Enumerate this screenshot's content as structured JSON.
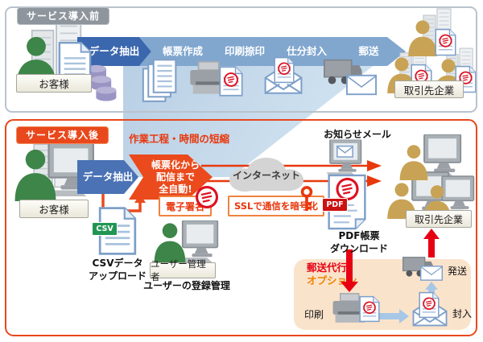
{
  "colors": {
    "section_before_border": "#b9c3cd",
    "section_after_border": "#e8481c",
    "tag_before_bg": "#8e959d",
    "accent_orange": "#ea4a1c",
    "accent_red": "#e60012",
    "red_text": "#e8380d",
    "chevron_blue": "#81a7cf",
    "chevron_blue_dark": "#3b67ae",
    "step_blue": "#4a72b5",
    "funnel_blue": "#c5d8ea",
    "light_blue_arrow": "#a7c7e7",
    "mail_option_bg": "#fae3cb",
    "csv_green": "#219653",
    "pdf_red": "#cc1111",
    "person_green": "#3d8548",
    "person_tan": "#c9a355",
    "db_purple": "#9a94c4"
  },
  "icons": {
    "person": "human-silhouette",
    "buildings": "office-buildings",
    "document": "paper-sheet",
    "stamp": "red-seal-circle",
    "database": "cylinder-stack",
    "printer": "printer",
    "truck": "delivery-truck",
    "envelope": "mail-envelope",
    "envelope_open": "open-envelope",
    "monitor": "desktop-computer",
    "cloud": "internet-cloud",
    "key": "encryption-key"
  },
  "before": {
    "tag": "サービス導入前",
    "customer_label": "お客様",
    "steps": [
      "データ抽出",
      "帳票作成",
      "印刷捺印",
      "仕分封入",
      "郵送"
    ],
    "partner_label": "取引先企業"
  },
  "after": {
    "tag": "サービス導入後",
    "highlight": "作業工程・時間の短縮",
    "customer_label": "お客様",
    "step_extract": "データ抽出",
    "auto_lines": [
      "帳票化から",
      "配信まで",
      "全自動!"
    ],
    "esign_label": "電子署名",
    "ssl_label": "SSLで通信を暗号化",
    "internet_label": "インターネット",
    "notify_label": "お知らせメール",
    "pdf_lines": [
      "PDF帳票",
      "ダウンロード"
    ],
    "pdf_badge": "PDF",
    "partner_label": "取引先企業",
    "csv_badge": "CSV",
    "csv_lines": [
      "CSVデータ",
      "アップロード"
    ],
    "admin_box": "ユーザー管理者",
    "admin_caption": "ユーザーの登録管理",
    "option_lines": [
      "郵送代行",
      "オプション"
    ],
    "print_label": "印刷",
    "insert_label": "封入",
    "ship_label": "発送"
  }
}
